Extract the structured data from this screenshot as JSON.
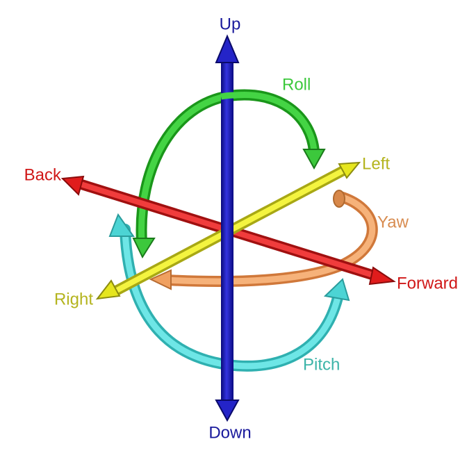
{
  "axes": {
    "up": "Up",
    "down": "Down",
    "back": "Back",
    "forward": "Forward",
    "left": "Left",
    "right": "Right"
  },
  "rotations": {
    "roll": "Roll",
    "yaw": "Yaw",
    "pitch": "Pitch"
  },
  "colors": {
    "vertical_axis": "#1a1ab4",
    "longitudinal_axis": "#e01c1c",
    "lateral_axis": "#e6e61e",
    "roll": "#2ec82e",
    "yaw": "#f0a060",
    "pitch": "#5ad8d8",
    "label_up_down": "#1a1a9c",
    "label_back_forward": "#d01818",
    "label_left_right": "#b4b41e",
    "label_roll": "#3cc83c",
    "label_yaw": "#d88c50",
    "label_pitch": "#3cb4a8"
  }
}
